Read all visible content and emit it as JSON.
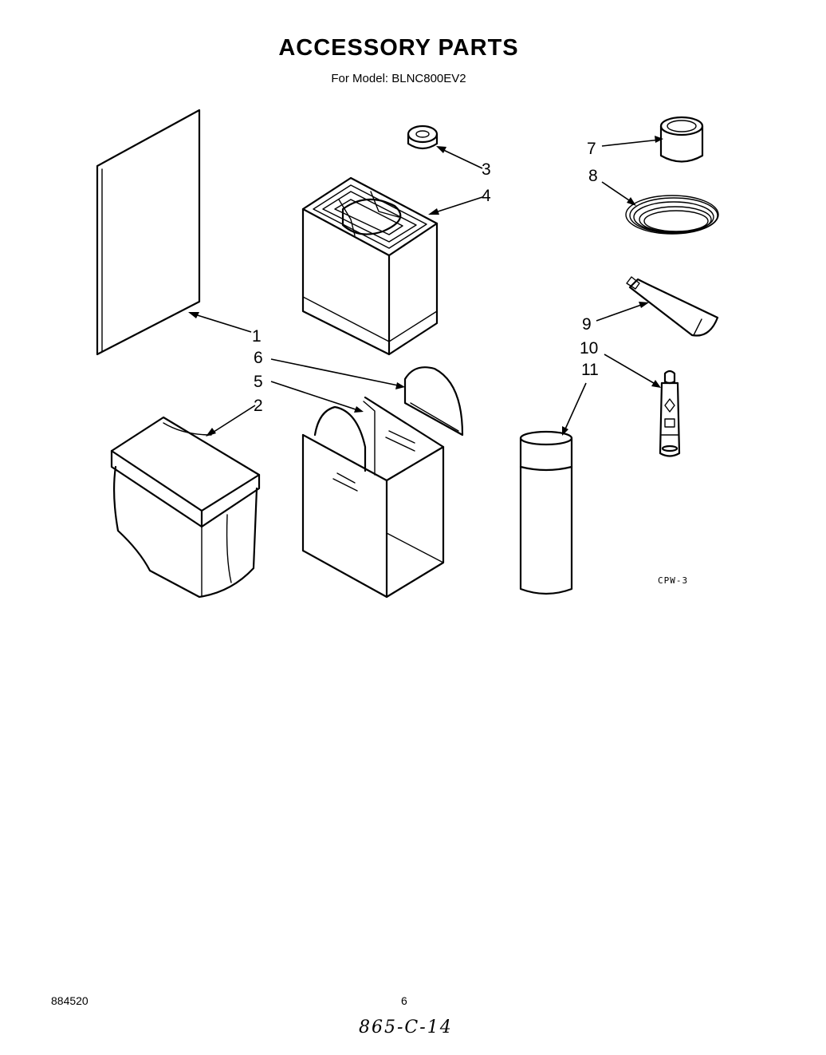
{
  "header": {
    "title": "ACCESSORY PARTS",
    "model_line": "For Model: BLNC800EV2"
  },
  "callouts": [
    "1",
    "2",
    "3",
    "4",
    "5",
    "6",
    "7",
    "8",
    "9",
    "10",
    "11"
  ],
  "parts": [
    {
      "callout": "1",
      "icon": "manual-sheet-icon"
    },
    {
      "callout": "2",
      "icon": "filter-bag-icon"
    },
    {
      "callout": "3",
      "icon": "cap-icon"
    },
    {
      "callout": "4",
      "icon": "container-icon"
    },
    {
      "callout": "5",
      "icon": "bucket-frame-icon"
    },
    {
      "callout": "6",
      "icon": "lid-icon"
    },
    {
      "callout": "7",
      "icon": "paint-can-icon"
    },
    {
      "callout": "8",
      "icon": "cord-coil-icon"
    },
    {
      "callout": "9",
      "icon": "tube-icon"
    },
    {
      "callout": "10",
      "icon": "touch-up-pen-icon"
    },
    {
      "callout": "11",
      "icon": "spray-can-icon"
    }
  ],
  "figure_code": "CPW-3",
  "footer": {
    "doc_number": "884520",
    "page_number": "6",
    "handwritten_note": "865-C-14"
  }
}
